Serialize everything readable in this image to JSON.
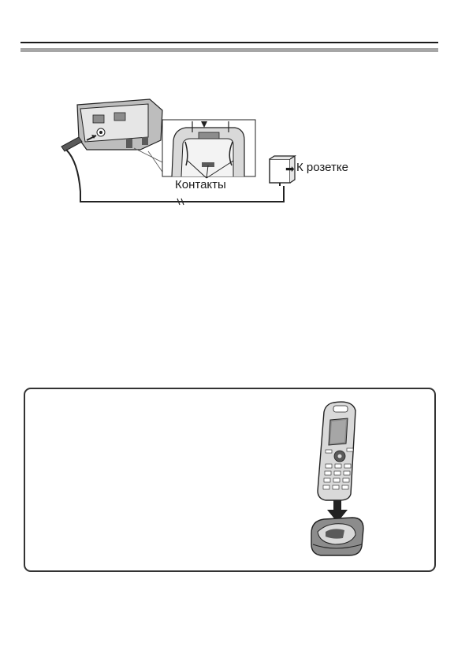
{
  "figure1": {
    "contacts_label": "Контакты",
    "outlet_label": "К розетке",
    "arrow_icon": "right-arrow-icon"
  },
  "figure2": {
    "illustration": "handset-on-charger",
    "arrow_icon": "down-arrow-icon"
  },
  "colors": {
    "rule": "#1a1a1a",
    "rule_shadow": "#a6a6a6",
    "device_dark": "#5a5a5a",
    "device_mid": "#8c8c8c",
    "device_light": "#d9d9d9",
    "panel_border": "#333333"
  }
}
